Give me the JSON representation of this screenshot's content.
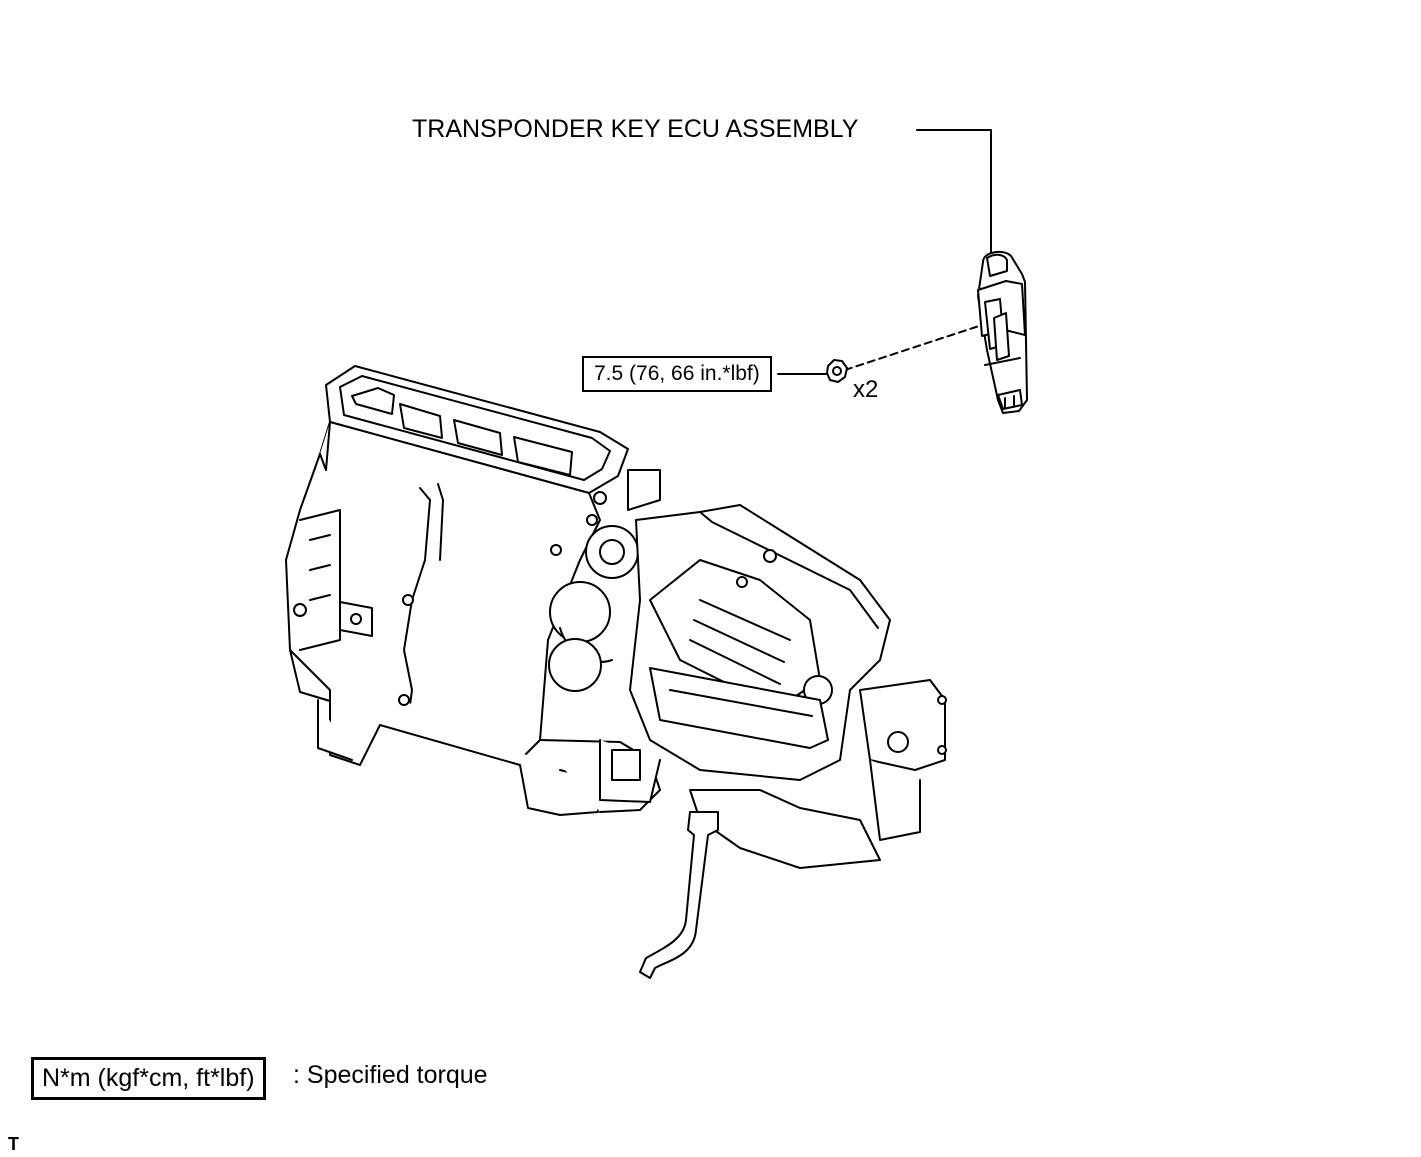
{
  "callouts": {
    "ecu_label": "TRANSPONDER KEY ECU ASSEMBLY",
    "torque_value": "7.5 (76, 66 in.*lbf)",
    "quantity": "x2"
  },
  "legend": {
    "unit_box": "N*m (kgf*cm, ft*lbf)",
    "description": ": Specified torque"
  },
  "corner_mark": "T"
}
